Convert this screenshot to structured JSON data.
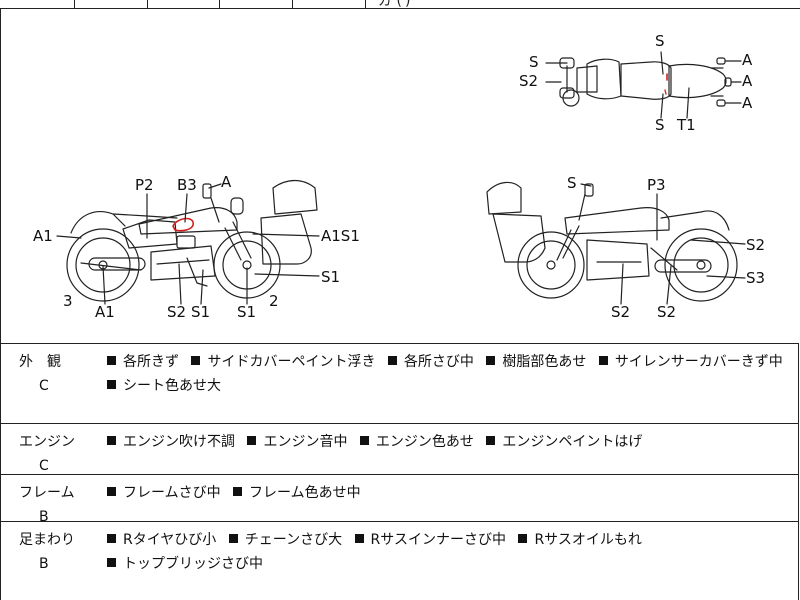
{
  "header_fragment": "ガ ( ゙)",
  "diagram": {
    "top_view_labels": [
      "S",
      "S2",
      "S",
      "S",
      "T1",
      "A",
      "A",
      "A"
    ],
    "left_view_labels": [
      "P2",
      "B3",
      "A",
      "A1",
      "A1S1",
      "S1",
      "3",
      "A1",
      "S2",
      "S1",
      "S1",
      "2"
    ],
    "right_view_labels": [
      "S",
      "P3",
      "S2",
      "S3",
      "S2",
      "S2"
    ]
  },
  "rows": [
    {
      "name": "外　観",
      "grade": "C",
      "items": [
        "各所きず",
        "サイドカバーペイント浮き",
        "各所さび中",
        "樹脂部色あせ",
        "サイレンサーカバーきず中",
        "シート色あせ大"
      ]
    },
    {
      "name": "エンジン",
      "grade": "C",
      "items": [
        "エンジン吹け不調",
        "エンジン音中",
        "エンジン色あせ",
        "エンジンペイントはげ"
      ]
    },
    {
      "name": "フレーム",
      "grade": "B",
      "items": [
        "フレームさび中",
        "フレーム色あせ中"
      ]
    },
    {
      "name": "足まわり",
      "grade": "B",
      "items": [
        "Rタイヤひび小",
        "チェーンさび大",
        "Rサスインナーさび中",
        "Rサスオイルもれ",
        "トップブリッジさび中"
      ]
    }
  ],
  "colors": {
    "line": "#222222",
    "marker": "#d42020"
  }
}
